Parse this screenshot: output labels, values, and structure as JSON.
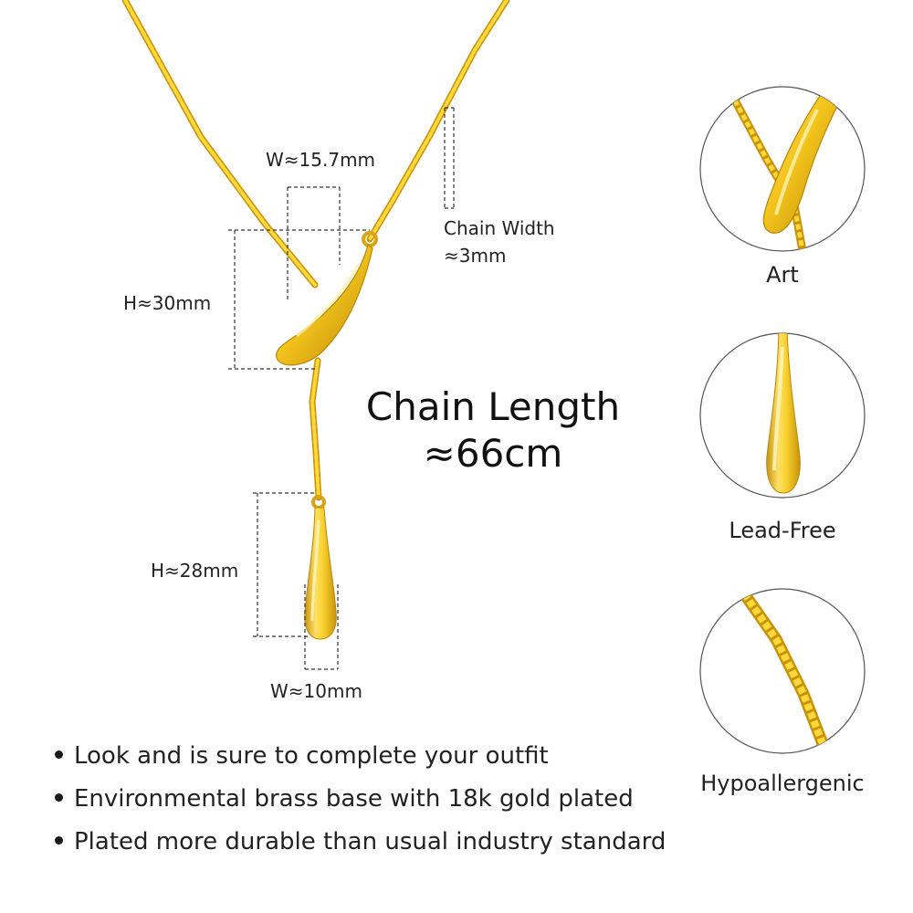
{
  "measurements": {
    "clasp_width": "W≈15.7mm",
    "clasp_height": "H≈30mm",
    "chain_width_label": "Chain Width",
    "chain_width_value": "≈3mm",
    "drop_height": "H≈28mm",
    "drop_width": "W≈10mm"
  },
  "headline": {
    "line1": "Chain Length",
    "line2": "≈66cm"
  },
  "features": [
    {
      "label": "Art"
    },
    {
      "label": "Lead-Free"
    },
    {
      "label": "Hypoallergenic"
    }
  ],
  "bullets": [
    "Look and is sure to complete your outfit",
    "Environmental brass base with 18k gold plated",
    "Plated more durable than usual industry standard"
  ],
  "colors": {
    "gold_light": "#ffe066",
    "gold_mid": "#f2c318",
    "gold_dark": "#c8930a",
    "guide_line": "#333333"
  }
}
